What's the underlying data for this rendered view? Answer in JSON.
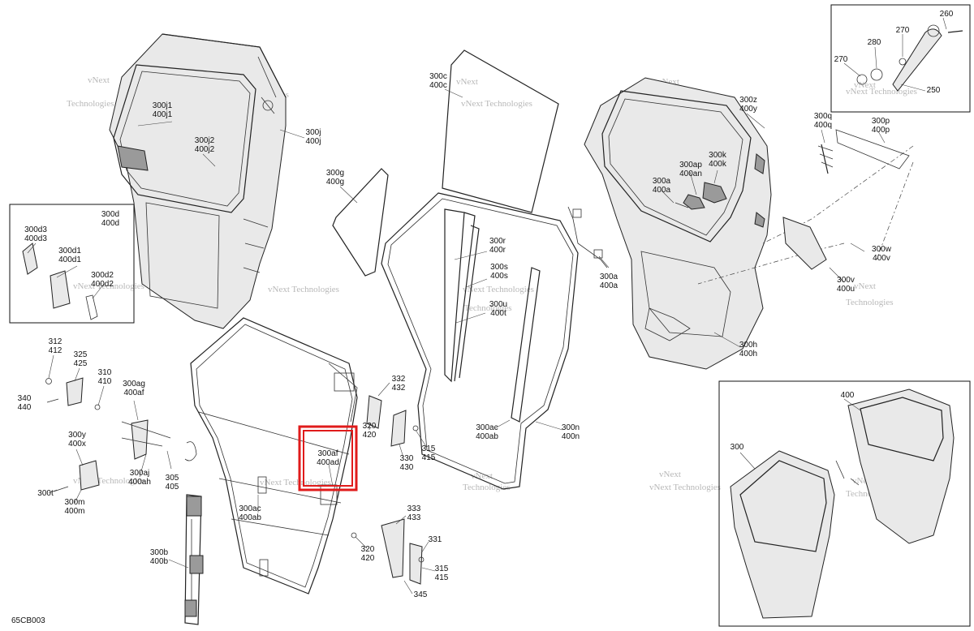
{
  "diagram_code": "65CB003",
  "highlight_color": "#e01b1b",
  "watermark": {
    "line1": "vNext",
    "line2": "Technologies",
    "full": "vNext Technologies"
  },
  "callouts": {
    "c_300j1": [
      "300j1",
      "400j1"
    ],
    "c_300j2": [
      "300j2",
      "400j2"
    ],
    "c_300j": [
      "300j",
      "400j"
    ],
    "c_300g": [
      "300g",
      "400g"
    ],
    "c_300c": [
      "300c",
      "400c"
    ],
    "c_300z": [
      "300z",
      "400y"
    ],
    "c_300q": [
      "300q",
      "400q"
    ],
    "c_300p": [
      "300p",
      "400p"
    ],
    "c_300k": [
      "300k",
      "400k"
    ],
    "c_300ap": [
      "300ap",
      "400an"
    ],
    "c_300a_in": [
      "300a",
      "400a"
    ],
    "c_300a_out": [
      "300a",
      "400a"
    ],
    "c_300r": [
      "300r",
      "400r"
    ],
    "c_300s": [
      "300s",
      "400s"
    ],
    "c_300u": [
      "300u",
      "400t"
    ],
    "c_300w": [
      "300w",
      "400v"
    ],
    "c_300v": [
      "300v",
      "400u"
    ],
    "c_300h": [
      "300h",
      "400h"
    ],
    "c_300d": [
      "300d",
      "400d"
    ],
    "c_300d3": [
      "300d3",
      "400d3"
    ],
    "c_300d1": [
      "300d1",
      "400d1"
    ],
    "c_300d2": [
      "300d2",
      "400d2"
    ],
    "c_312": [
      "312",
      "412"
    ],
    "c_325": [
      "325",
      "425"
    ],
    "c_310": [
      "310",
      "410"
    ],
    "c_300ag": [
      "300ag",
      "400af"
    ],
    "c_340": [
      "340",
      "440"
    ],
    "c_300y": [
      "300y",
      "400x"
    ],
    "c_300aj": [
      "300aj",
      "400ah"
    ],
    "c_305": [
      "305",
      "405"
    ],
    "c_300t": [
      "300t"
    ],
    "c_300m": [
      "300m",
      "400m"
    ],
    "c_300b": [
      "300b",
      "400b"
    ],
    "c_300ac_l": [
      "300ac",
      "400ab"
    ],
    "c_300af": [
      "300af",
      "400ad"
    ],
    "c_332": [
      "332",
      "432"
    ],
    "c_320_top": [
      "320",
      "420"
    ],
    "c_330": [
      "330",
      "430"
    ],
    "c_315_top": [
      "315",
      "415"
    ],
    "c_300ac_r": [
      "300ac",
      "400ab"
    ],
    "c_300n": [
      "300n",
      "400n"
    ],
    "c_333": [
      "333",
      "433"
    ],
    "c_320_bot": [
      "320",
      "420"
    ],
    "c_331": [
      "331"
    ],
    "c_315_bot": [
      "315",
      "415"
    ],
    "c_345": [
      "345"
    ],
    "c_260": [
      "260"
    ],
    "c_270_r": [
      "270"
    ],
    "c_280": [
      "280"
    ],
    "c_270_l": [
      "270"
    ],
    "c_250": [
      "250"
    ],
    "c_400": [
      "400"
    ],
    "c_300": [
      "300"
    ]
  }
}
